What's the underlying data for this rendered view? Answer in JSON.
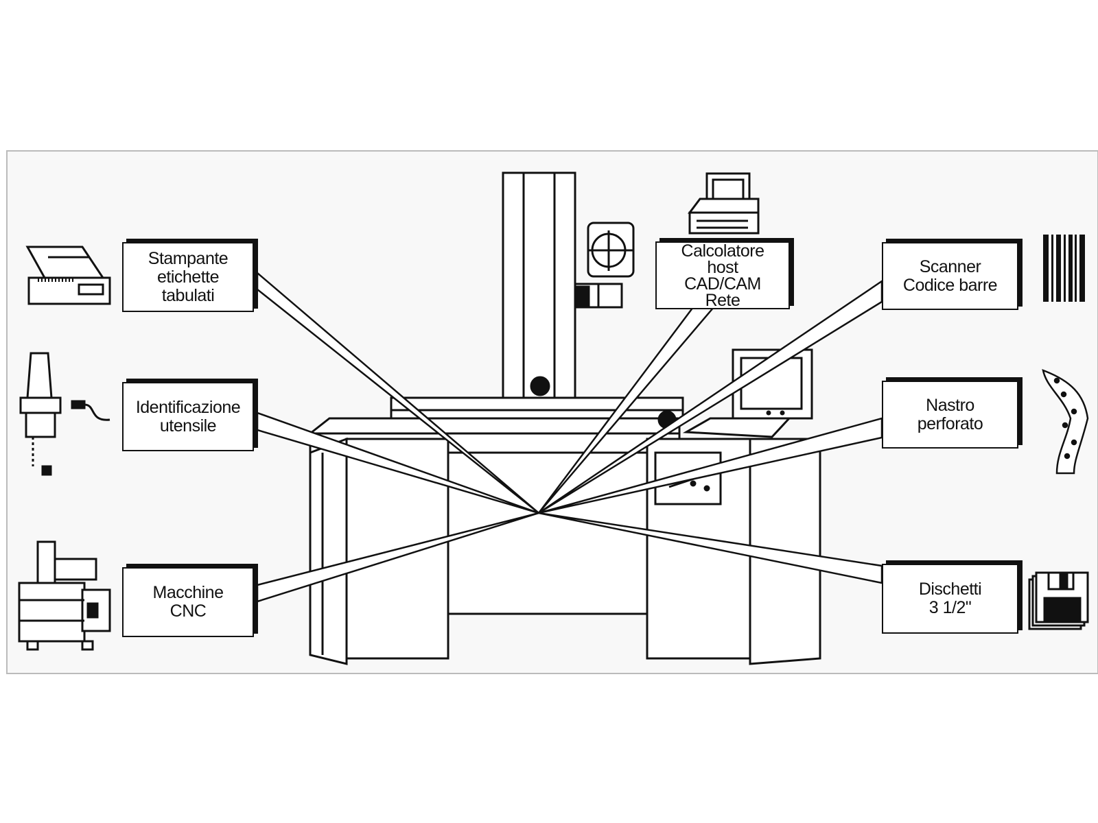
{
  "labels": {
    "printer": [
      "Stampante",
      "etichette",
      "tabulati"
    ],
    "tool_id": [
      "Identificazione",
      "utensile"
    ],
    "cnc": [
      "Macchine",
      "CNC"
    ],
    "host": [
      "Calcolatore",
      "host",
      "CAD/CAM",
      "Rete"
    ],
    "scanner": [
      "Scanner",
      "Codice  barre"
    ],
    "tape": [
      "Nastro",
      "perforato"
    ],
    "floppy": [
      "Dischetti",
      "3 1/2\""
    ]
  },
  "colors": {
    "ink": "#111111",
    "paper": "#ffffff",
    "frame": "#f7f7f7"
  },
  "icons": [
    "printer-icon",
    "tool-holder-icon",
    "cnc-machine-icon",
    "computer-icon",
    "barcode-icon",
    "punched-tape-icon",
    "floppy-disk-icon",
    "measuring-machine-icon"
  ]
}
